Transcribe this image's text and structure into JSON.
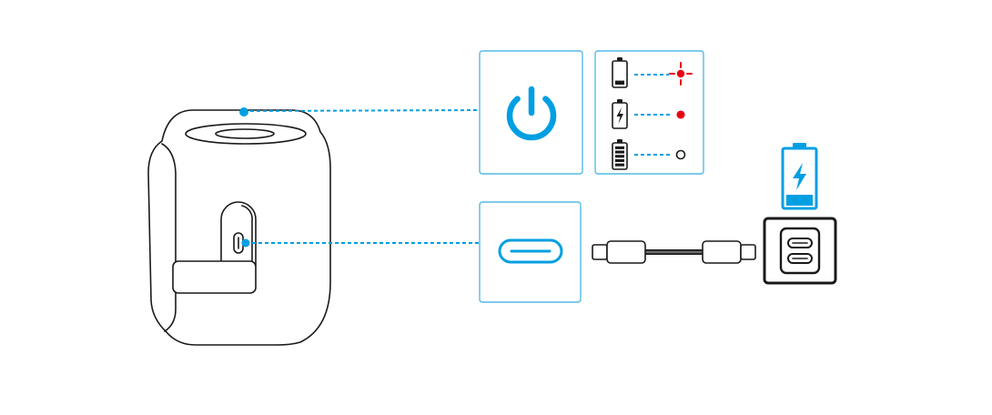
{
  "colors": {
    "accent": "#009fe3",
    "box_border": "#55b9e6",
    "outline": "#1a1a1a",
    "led_red": "#e60012",
    "cable_core": "#6e6e6e",
    "background": "#ffffff"
  },
  "icons": {
    "speaker": "speaker-icon",
    "power_button": "power-button-dot-icon",
    "power": "power-icon",
    "usb_c_port": "usb-c-port-icon",
    "usb_c_cable": "usb-c-cable-icon",
    "charger": "wall-charger-icon",
    "charging_battery": "charging-battery-icon"
  },
  "led_status": [
    {
      "battery_icon": "battery-low-icon",
      "battery_level": 0.2,
      "led_icon": "led-blinking-red-icon",
      "led_color": "#e60012"
    },
    {
      "battery_icon": "battery-charging-icon",
      "led_icon": "led-solid-red-icon",
      "led_color": "#e60012"
    },
    {
      "battery_icon": "battery-full-icon",
      "battery_level": 1.0,
      "led_icon": "led-off-icon",
      "led_color": "#ffffff"
    }
  ],
  "charging_battery": {
    "level": 0.2
  }
}
